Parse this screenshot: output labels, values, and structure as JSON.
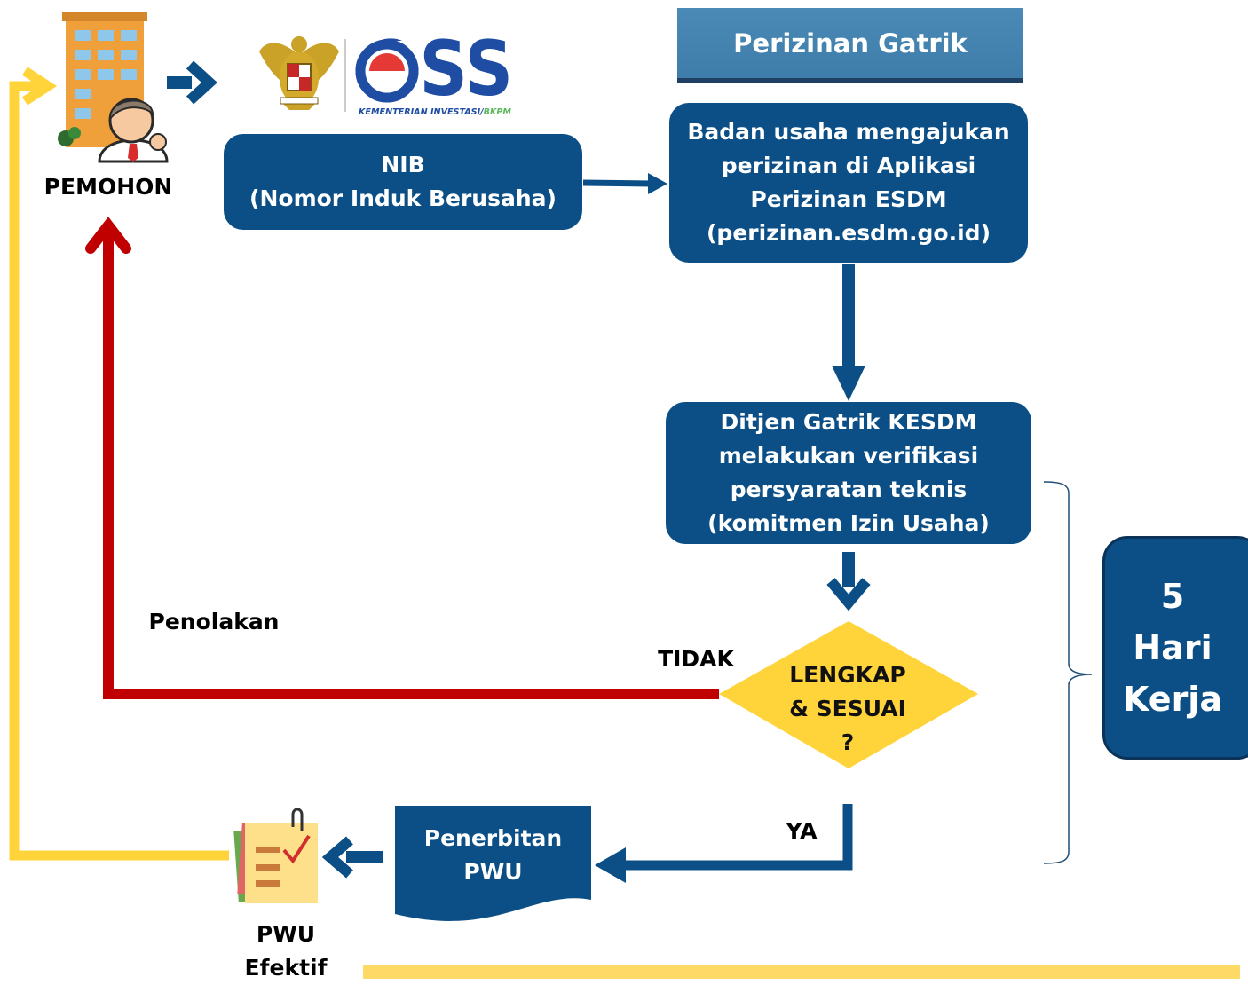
{
  "header": {
    "title": "Perizinan Gatrik"
  },
  "applicant": {
    "label": "PEMOHON"
  },
  "oss": {
    "logo_text": "OSS",
    "subtitle_main": "KEMENTERIAN INVESTASI/",
    "subtitle_accent": "BKPM"
  },
  "nib_box": {
    "lines": [
      "NIB",
      "(Nomor Induk Berusaha)"
    ]
  },
  "apply_box": {
    "lines": [
      "Badan usaha mengajukan",
      "perizinan di Aplikasi",
      "Perizinan ESDM",
      "(perizinan.esdm.go.id)"
    ]
  },
  "verify_box": {
    "lines": [
      "Ditjen Gatrik KESDM",
      "melakukan verifikasi",
      "persyaratan teknis",
      "(komitmen Izin Usaha)"
    ]
  },
  "decision": {
    "lines": [
      "LENGKAP",
      "& SESUAI",
      "?"
    ]
  },
  "rejection": {
    "label": "Penolakan",
    "no_label": "TIDAK"
  },
  "yes_label": "YA",
  "issuance": {
    "lines": [
      "Penerbitan",
      "PWU"
    ]
  },
  "result": {
    "lines": [
      "PWU",
      "Efektif"
    ]
  },
  "duration": {
    "lines": [
      "5",
      "Hari",
      "Kerja"
    ]
  },
  "colors": {
    "navy": "#0b4f86",
    "red": "#c00000",
    "yellow": "#ffd43b",
    "header": "#4285b4"
  }
}
